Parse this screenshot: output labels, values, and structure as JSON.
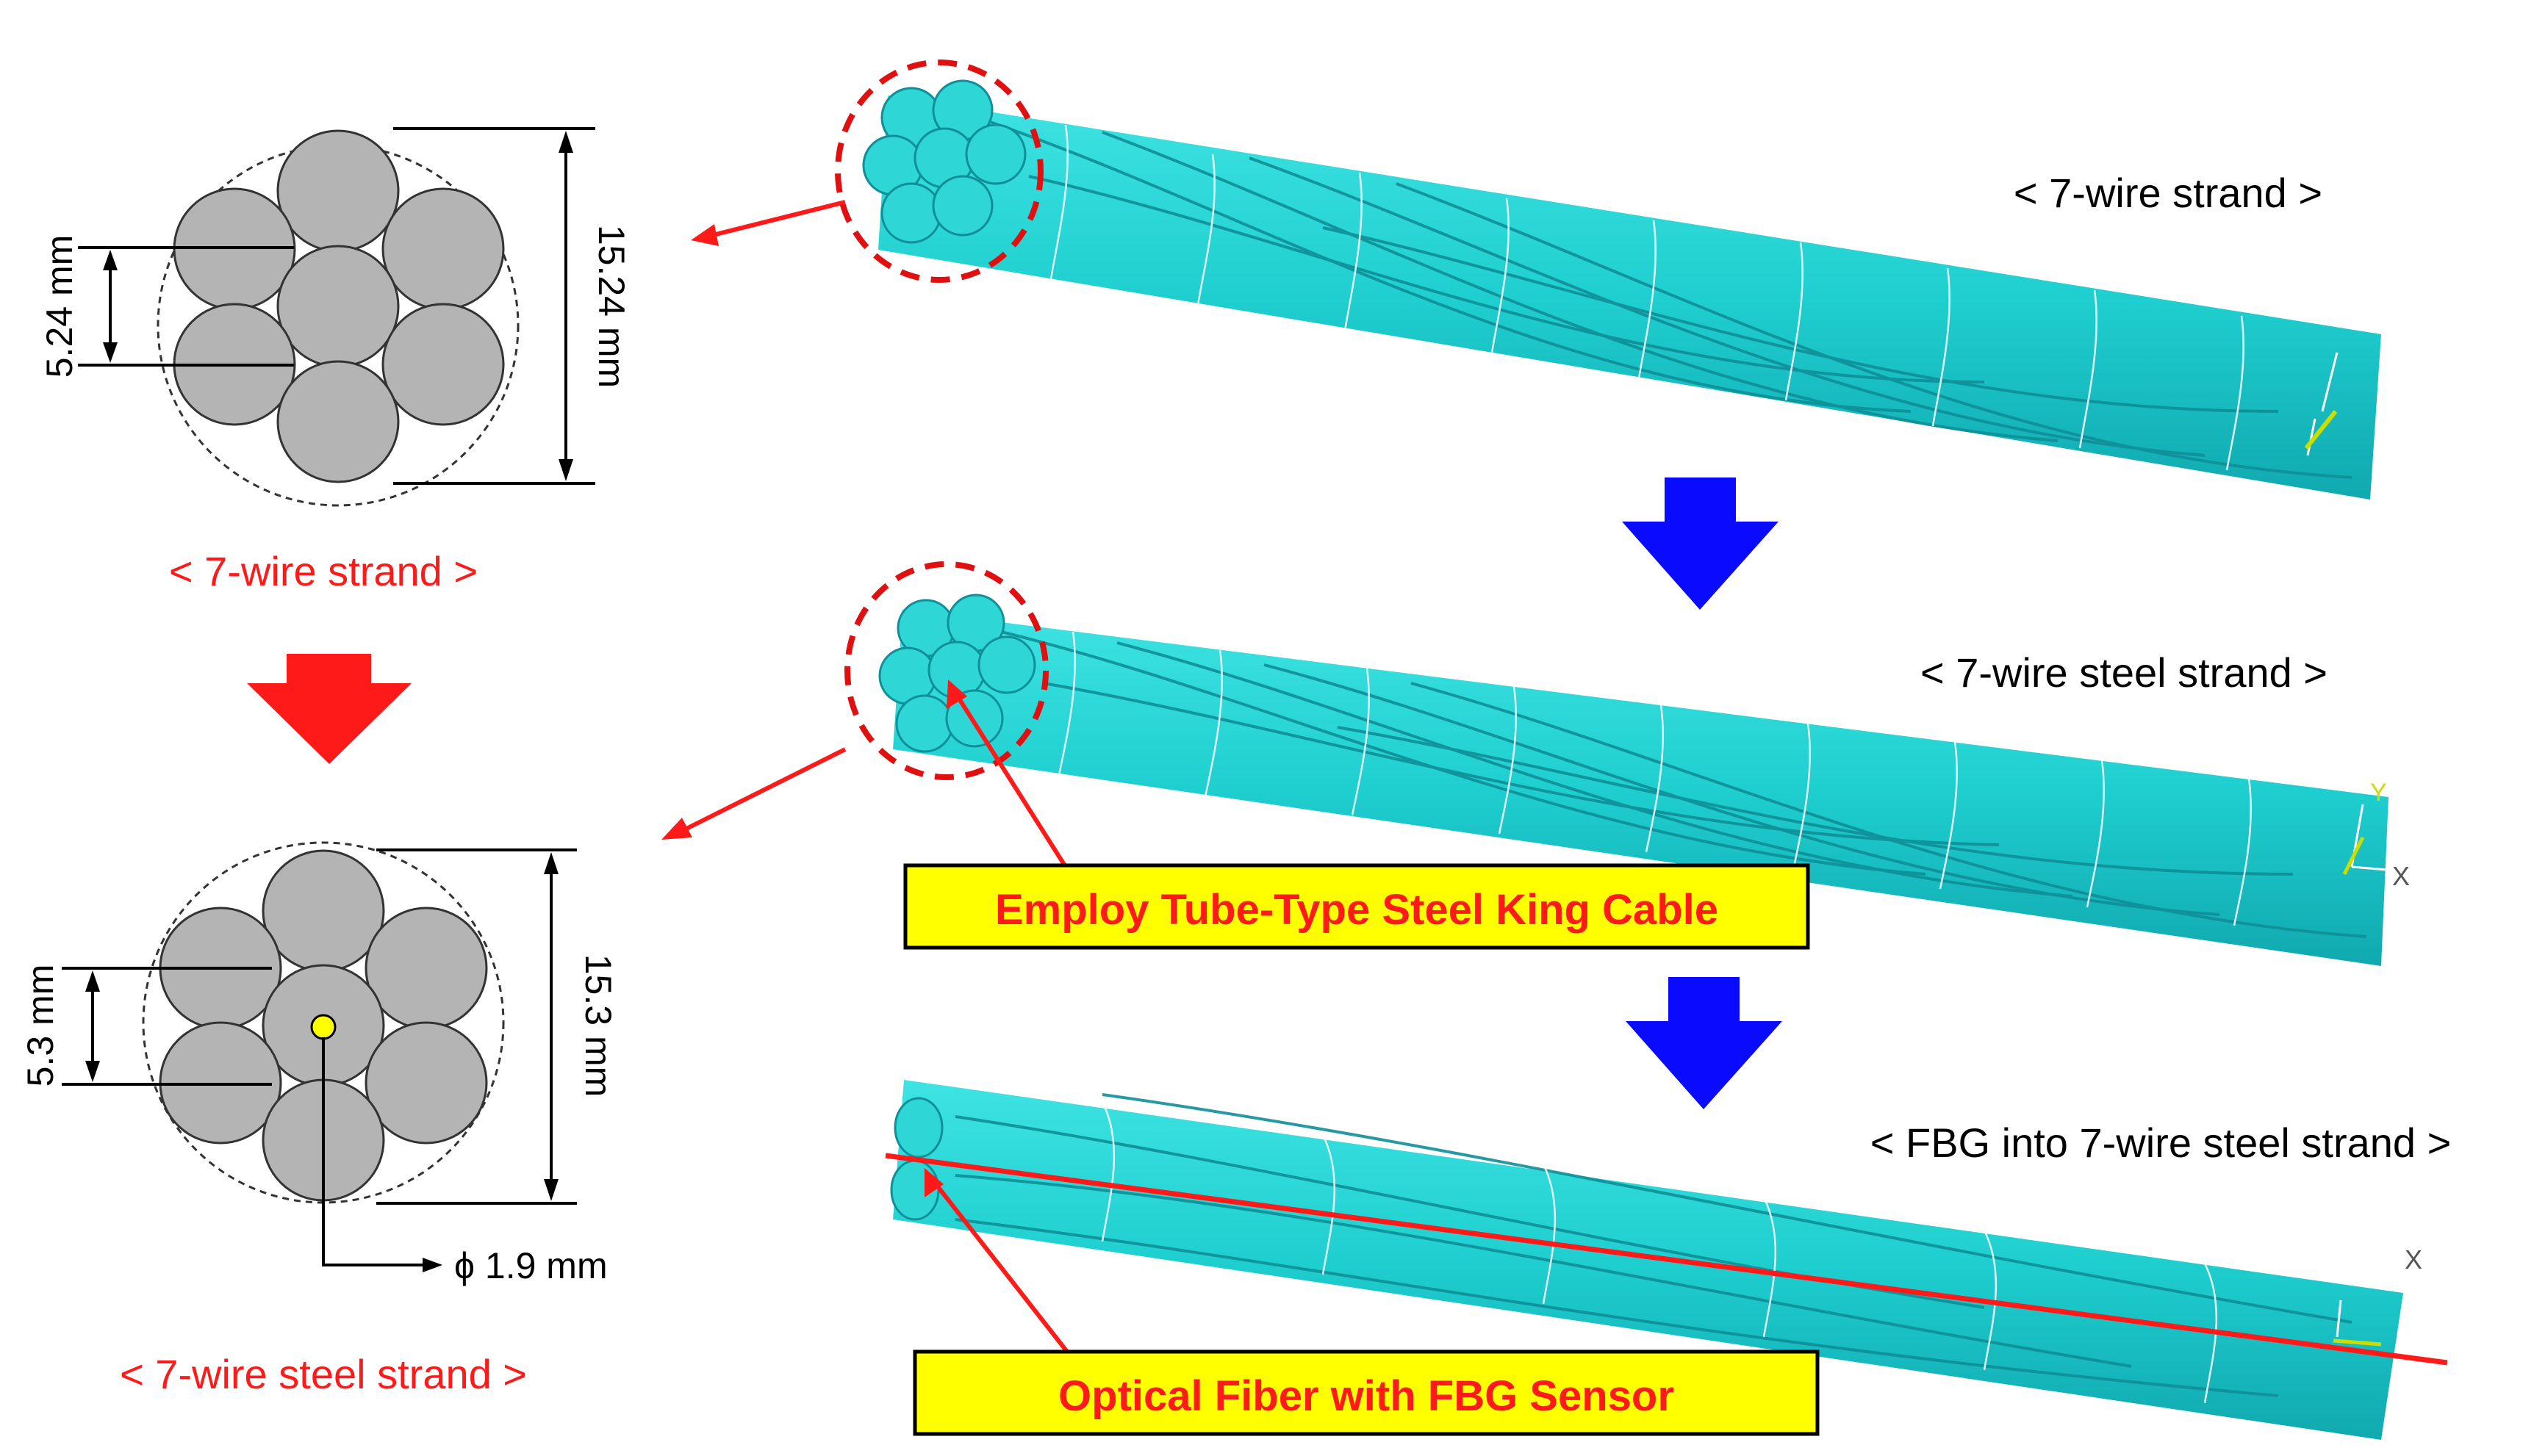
{
  "colors": {
    "wire_gray": "#b4b4b4",
    "strand_cyan": "#26c9c9",
    "annotation_red": "#ff1a1a",
    "arrow_blue": "#0a0aff",
    "callout_yellow": "#ffff00",
    "fiber_yellow": "#ffff00"
  },
  "left_panel": {
    "top_section": {
      "inner_dimension": "5.24 mm",
      "outer_dimension": "15.24 mm",
      "caption": "< 7-wire strand >"
    },
    "bottom_section": {
      "inner_dimension": "5.3 mm",
      "outer_dimension": "15.3 mm",
      "fiber_diameter": "ϕ 1.9 mm",
      "caption": "< 7-wire steel strand >"
    }
  },
  "right_panel": {
    "strand_1_label": "< 7-wire strand >",
    "strand_2_label": "< 7-wire steel strand >",
    "strand_3_label": "< FBG into 7-wire steel strand >",
    "callout_king_cable": "Employ Tube-Type Steel King Cable",
    "callout_fbg": "Optical Fiber with FBG Sensor",
    "axis_x_2": "X",
    "axis_y_2": "Y",
    "axis_x_3": "X"
  }
}
